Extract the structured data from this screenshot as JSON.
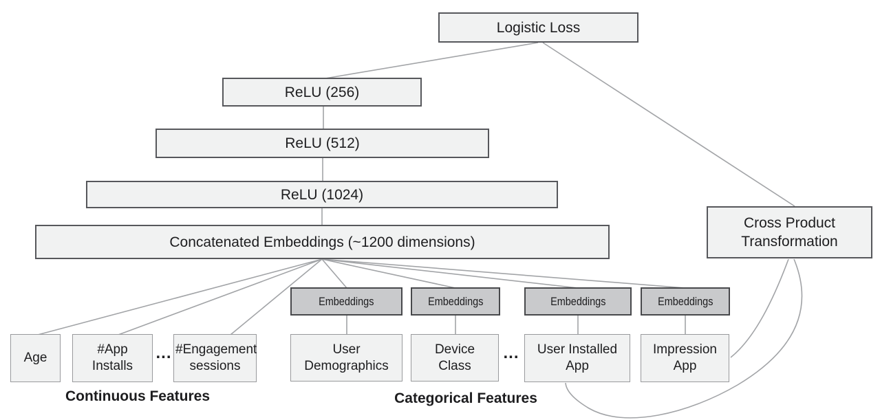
{
  "diagram": {
    "description": "Wide and Deep model architecture diagram",
    "nodes": {
      "logistic_loss": "Logistic Loss",
      "relu_256": "ReLU (256)",
      "relu_512": "ReLU (512)",
      "relu_1024": "ReLU (1024)",
      "concatenated_embeddings": "Concatenated Embeddings (~1200 dimensions)",
      "cross_product": "Cross Product Transformation",
      "embeddings": "Embeddings",
      "age": "Age",
      "app_installs": "#App Installs",
      "engagement_sessions": "#Engagement sessions",
      "user_demographics": "User Demographics",
      "device_class": "Device Class",
      "user_installed_app": "User Installed App",
      "impression_app": "Impression App"
    },
    "ellipsis": "...",
    "group_labels": {
      "continuous": "Continuous Features",
      "categorical": "Categorical Features"
    },
    "edges": [
      "logistic_loss-relu_256",
      "logistic_loss-cross_product",
      "relu_256-relu_512",
      "relu_512-relu_1024",
      "relu_1024-concatenated_embeddings",
      "concatenated_embeddings-age",
      "concatenated_embeddings-app_installs",
      "concatenated_embeddings-engagement_sessions",
      "concatenated_embeddings-embeddings_1",
      "concatenated_embeddings-embeddings_2",
      "concatenated_embeddings-embeddings_3",
      "concatenated_embeddings-embeddings_4",
      "embeddings_1-user_demographics",
      "embeddings_2-device_class",
      "embeddings_3-user_installed_app",
      "embeddings_4-impression_app",
      "cross_product-impression_app",
      "cross_product-user_installed_app"
    ],
    "colors": {
      "box_fill": "#f1f2f2",
      "box_border": "#56575b",
      "feature_border": "#98999c",
      "embedding_fill": "#c9cacc",
      "embedding_border": "#47484b",
      "connector_line": "#a2a4a7",
      "text": "#1d1d1f",
      "background": "#ffffff"
    }
  }
}
